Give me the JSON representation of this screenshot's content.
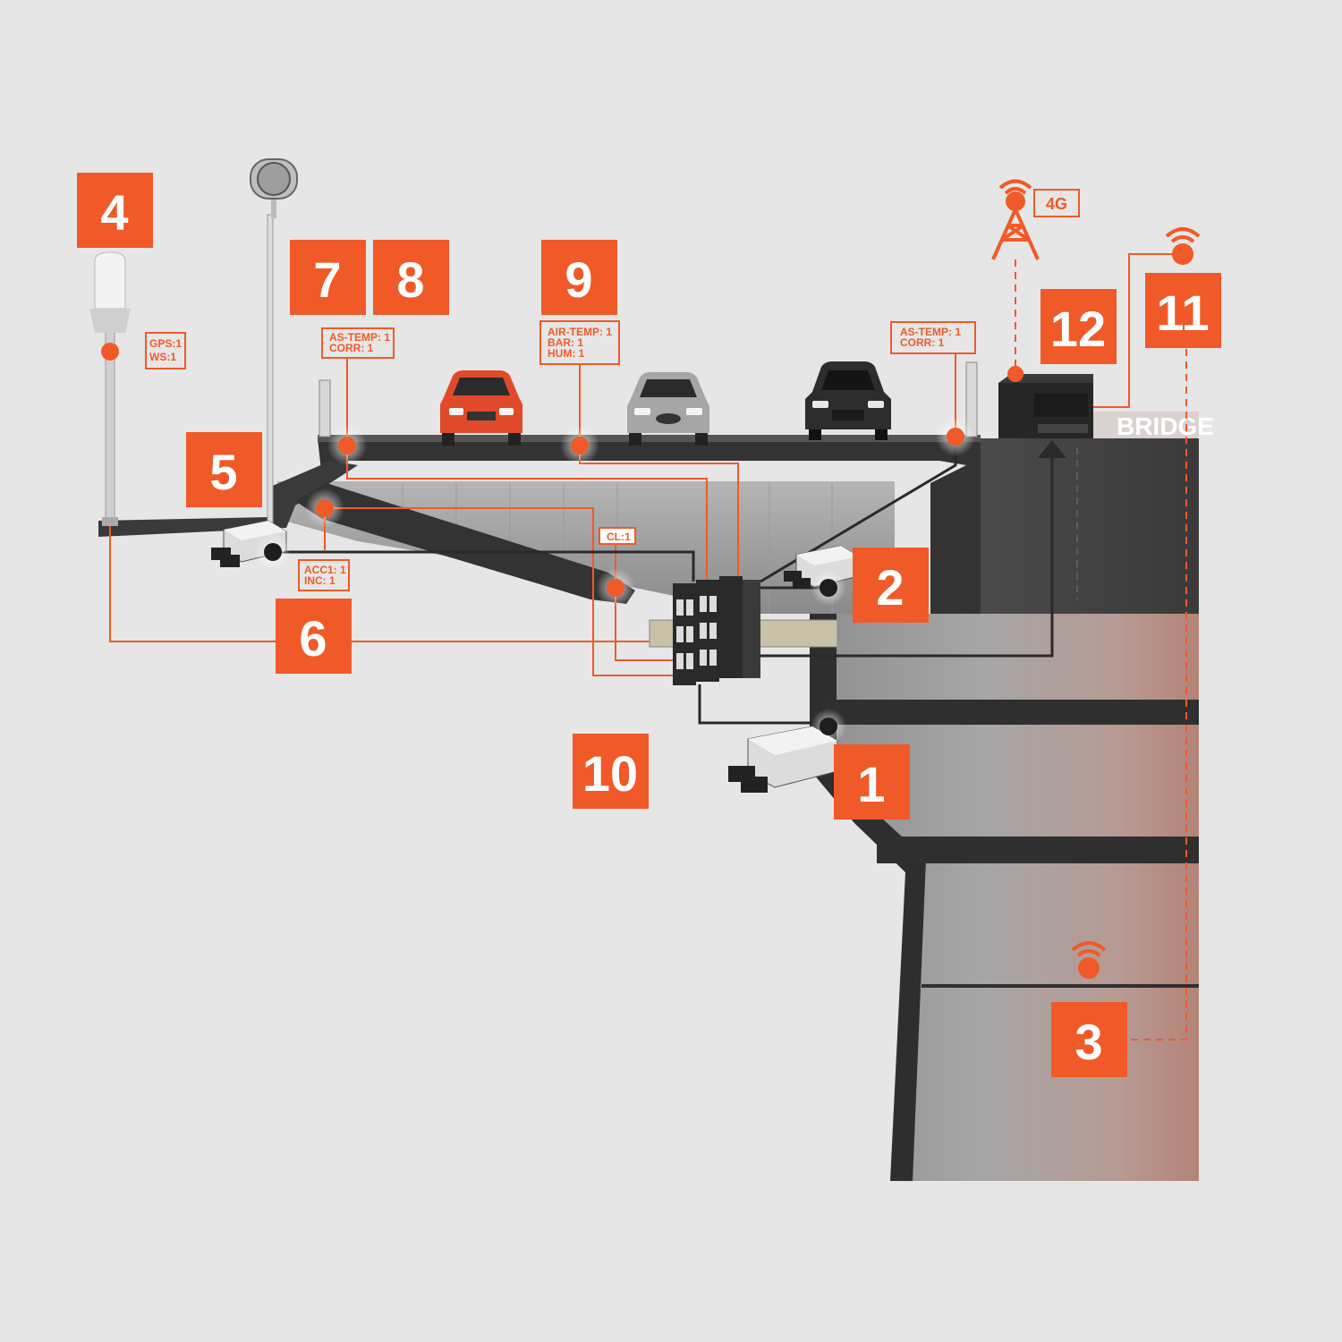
{
  "colors": {
    "accent": "#f05a28",
    "deck": "#3a3a3a",
    "background": "#e6e6e6"
  },
  "markers": {
    "m1": "1",
    "m2": "2",
    "m3": "3",
    "m4": "4",
    "m5": "5",
    "m6": "6",
    "m7": "7",
    "m8": "8",
    "m9": "9",
    "m10": "10",
    "m11": "11",
    "m12": "12"
  },
  "labels": {
    "gps": [
      "GPS:1",
      "WS:1"
    ],
    "deck_left": [
      "AS-TEMP: 1",
      "CORR: 1"
    ],
    "air": [
      "AIR-TEMP: 1",
      "BAR: 1",
      "HUM: 1"
    ],
    "deck_right": [
      "AS-TEMP: 1",
      "CORR: 1"
    ],
    "acc": [
      "ACC1: 1",
      "INC: 1"
    ],
    "cl": "CL:1",
    "network": "4G",
    "bridge": "BRIDGE"
  },
  "icons": [
    "antenna-tower-icon",
    "wifi-icon",
    "weather-station-icon",
    "car-icon",
    "sensor-node-icon",
    "gateway-icon",
    "datalogger-icon"
  ]
}
